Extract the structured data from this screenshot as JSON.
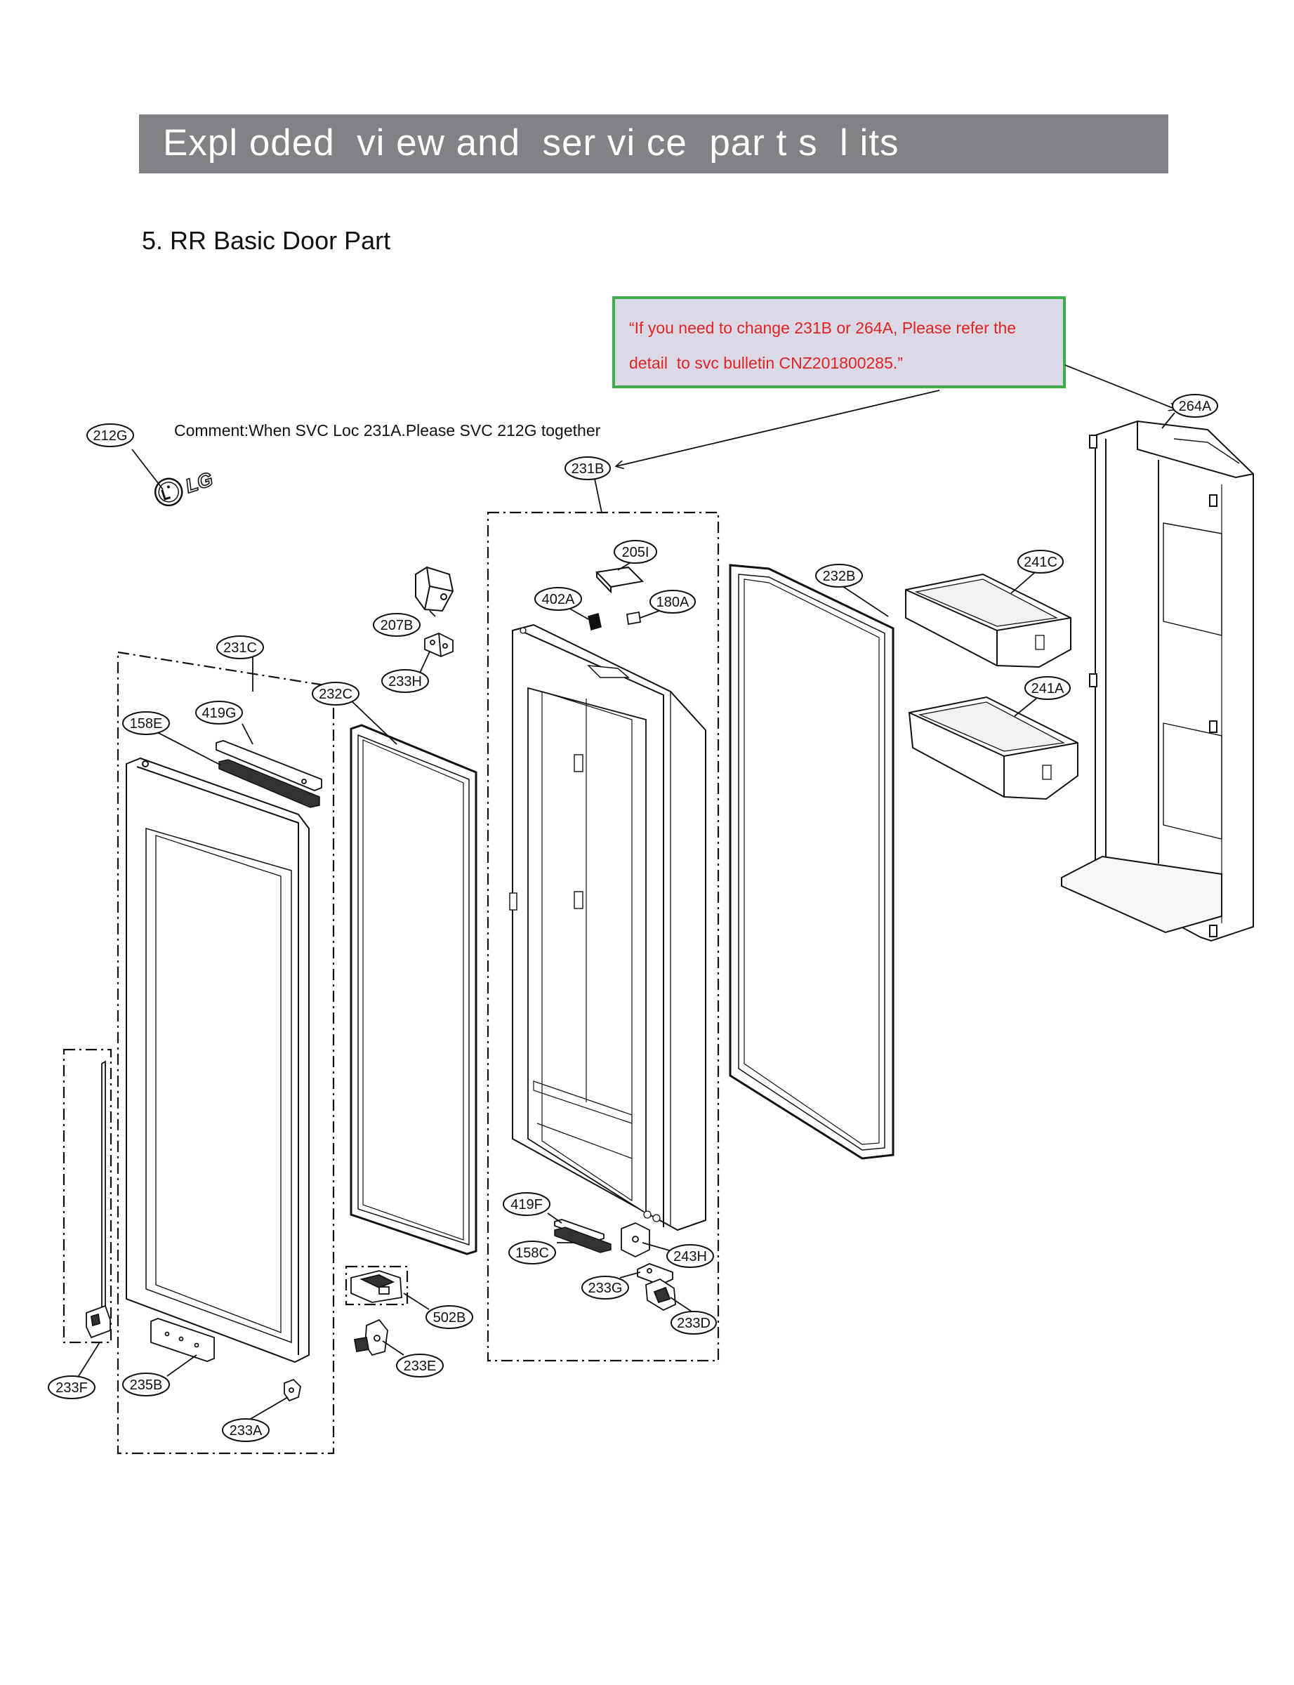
{
  "header": {
    "title": "Expl oded  vi ew and  ser vi ce  par t s  l its"
  },
  "section": {
    "title": "5. RR Basic Door Part"
  },
  "notice": {
    "line1": "“If you need to change 231B or 264A, Please refer the",
    "line2": "detail  to svc bulletin CNZ201800285.”"
  },
  "comment": "Comment:When SVC Loc 231A.Please SVC 212G together",
  "logo_text": "LG",
  "colors": {
    "title_bar": "#828286",
    "notice_border": "#3fae4a",
    "notice_bg": "#dcd8e6",
    "notice_text": "#e02424"
  },
  "parts": {
    "p212G": "212G",
    "p264A": "264A",
    "p231B": "231B",
    "p205I": "205I",
    "p232B": "232B",
    "p241C": "241C",
    "p402A": "402A",
    "p180A": "180A",
    "p207B": "207B",
    "p231C": "231C",
    "p233H": "233H",
    "p232C": "232C",
    "p241A": "241A",
    "p158E": "158E",
    "p419G": "419G",
    "p419F": "419F",
    "p158C": "158C",
    "p243H": "243H",
    "p233G": "233G",
    "p502B": "502B",
    "p233D": "233D",
    "p233E": "233E",
    "p233F": "233F",
    "p235B": "235B",
    "p233A": "233A"
  }
}
